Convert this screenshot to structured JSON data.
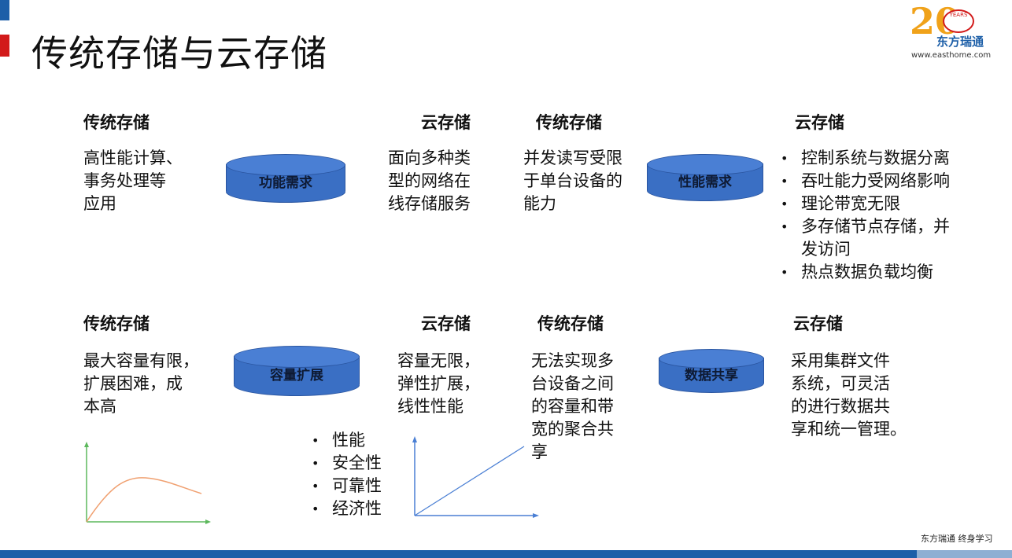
{
  "title": "传统存储与云存储",
  "logo": {
    "number": "20",
    "badge": "YEARS",
    "company": "东方瑞通",
    "url": "www.easthome.com"
  },
  "sections": {
    "function": {
      "trad_heading": "传统存储",
      "trad_lines": [
        "高性能计算、",
        "事务处理等",
        "应用"
      ],
      "cylinder_label": "功能需求",
      "cloud_heading": "云存储",
      "cloud_lines": [
        "面向多种类",
        "型的网络在",
        "线存储服务"
      ]
    },
    "performance": {
      "trad_heading": "传统存储",
      "trad_lines": [
        "并发读写受限",
        "于单台设备的",
        "能力"
      ],
      "cylinder_label": "性能需求",
      "cloud_heading": "云存储",
      "cloud_bullets": [
        "控制系统与数据分离",
        "吞吐能力受网络影响",
        "理论带宽无限",
        "多存储节点存储，并",
        "发访问",
        "热点数据负载均衡"
      ]
    },
    "capacity": {
      "trad_heading": "传统存储",
      "trad_lines": [
        "最大容量有限，",
        "扩展困难，成",
        "本高"
      ],
      "cylinder_label": "容量扩展",
      "cloud_heading": "云存储",
      "cloud_lines": [
        "容量无限，",
        "弹性扩展，",
        "线性性能"
      ],
      "bullets": [
        "性能",
        "安全性",
        "可靠性",
        "经济性"
      ]
    },
    "sharing": {
      "trad_heading": "传统存储",
      "trad_lines": [
        "无法实现多",
        "台设备之间",
        "的容量和带",
        "宽的聚合共",
        "享"
      ],
      "cylinder_label": "数据共享",
      "cloud_heading": "云存储",
      "cloud_lines": [
        "采用集群文件",
        "系统，可灵活",
        "的进行数据共",
        "享和统一管理。"
      ]
    }
  },
  "footer": {
    "text": "东方瑞通  终身学习"
  },
  "colors": {
    "accent_blue": "#1d5fa8",
    "accent_red": "#d21a1a",
    "cylinder": "#3a6fc4",
    "curve_orange": "#f0a070",
    "axis_green": "#5cb85c",
    "axis_blue": "#4a7fd4"
  }
}
